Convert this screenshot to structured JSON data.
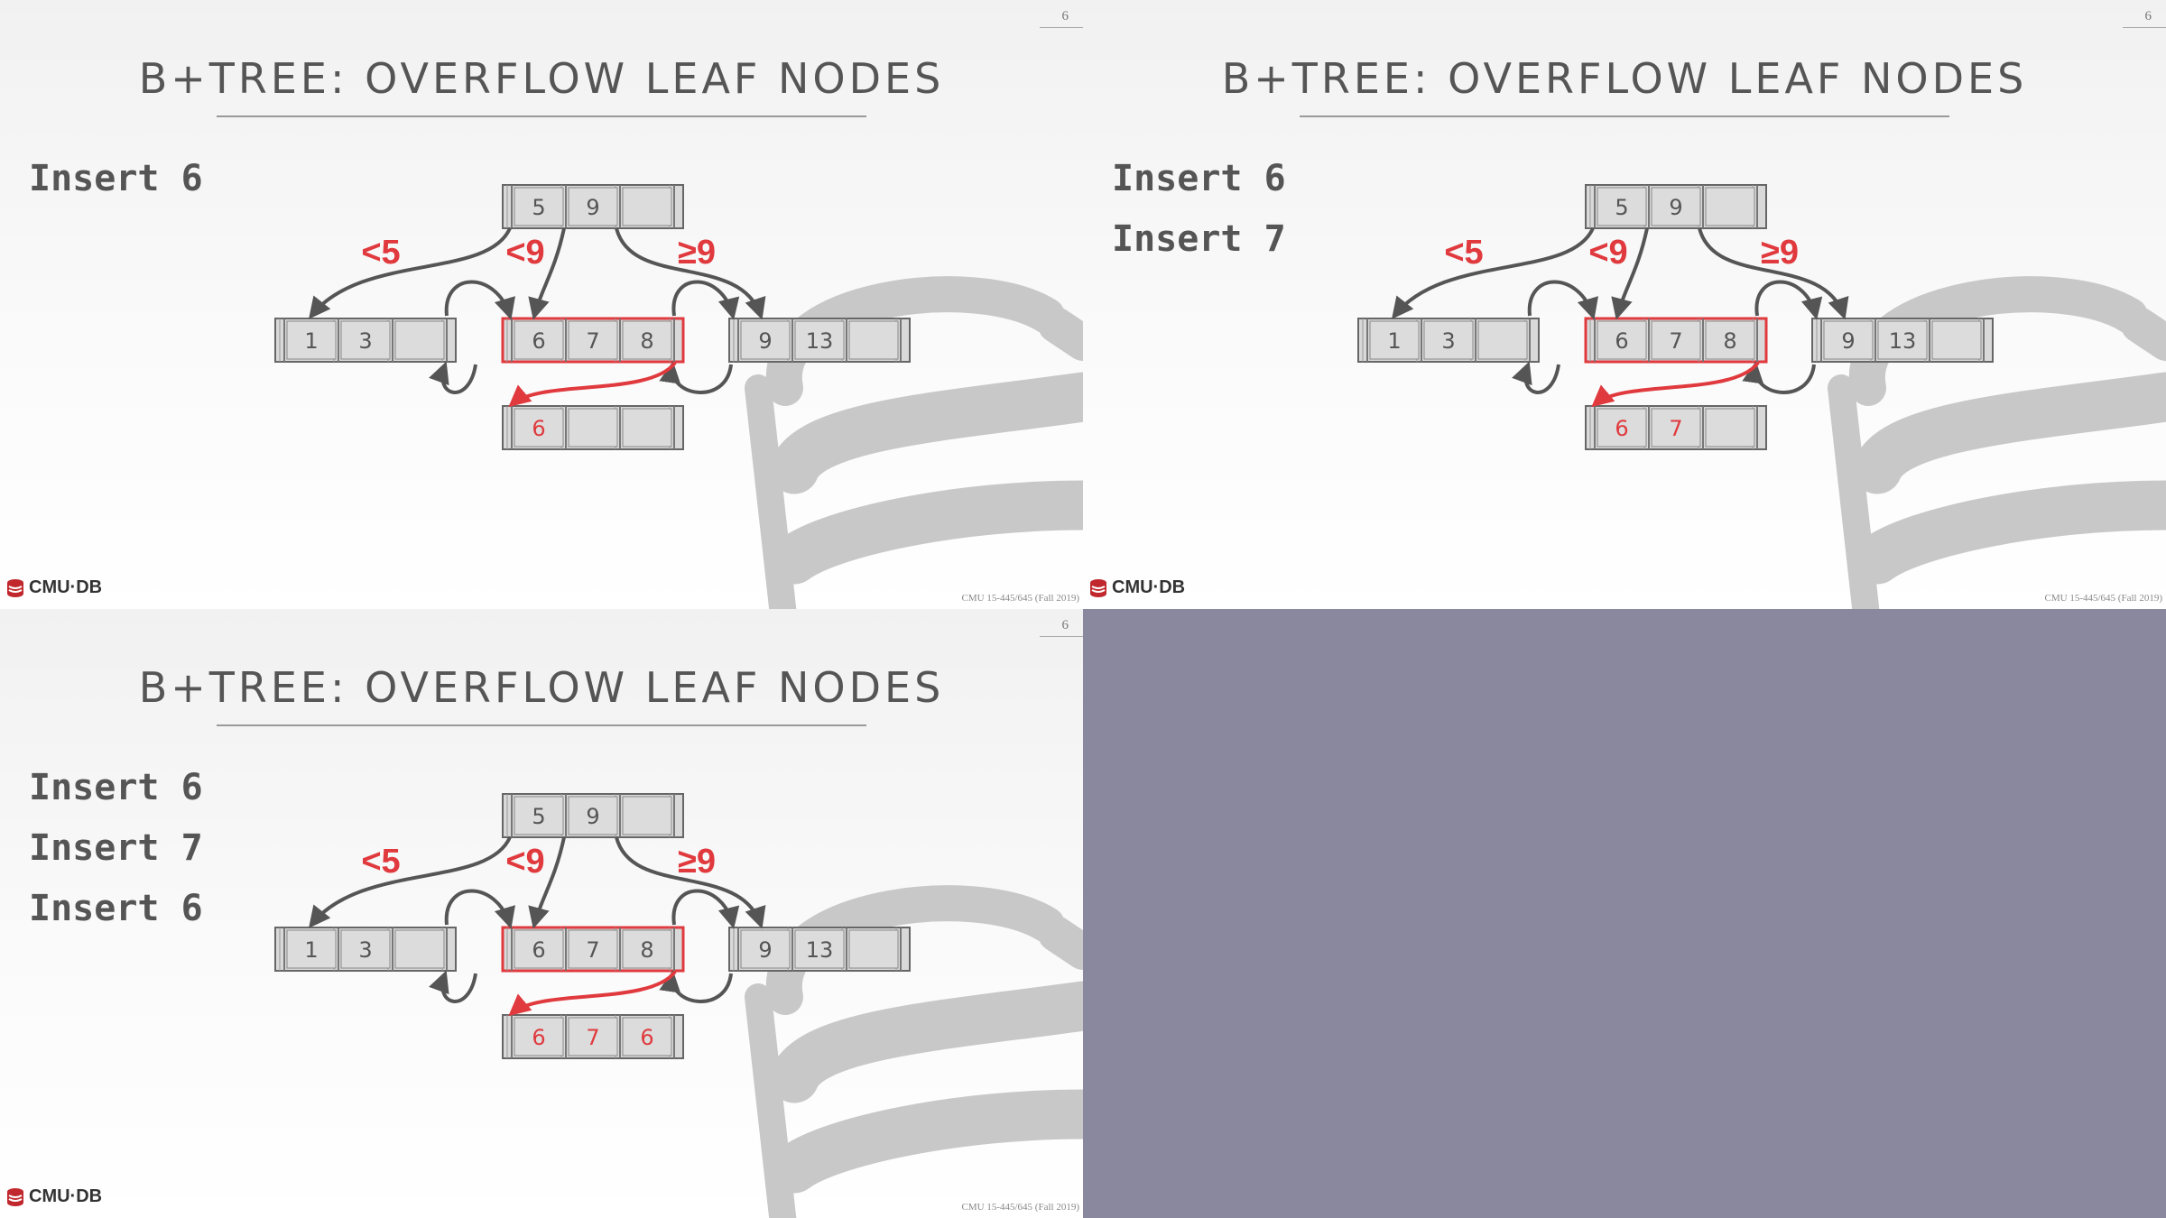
{
  "slides": [
    {
      "page_number": "6",
      "title": "B+TREE: OVERFLOW LEAF NODES",
      "operations": [
        "Insert 6"
      ],
      "overflow_values": [
        "6",
        "",
        ""
      ],
      "footer_logo": "CMU·DB",
      "footer_course": "CMU 15-445/645 (Fall 2019)"
    },
    {
      "page_number": "6",
      "title": "B+TREE: OVERFLOW LEAF NODES",
      "operations": [
        "Insert 6",
        "Insert 7"
      ],
      "overflow_values": [
        "6",
        "7",
        ""
      ],
      "footer_logo": "CMU·DB",
      "footer_course": "CMU 15-445/645 (Fall 2019)"
    },
    {
      "page_number": "6",
      "title": "B+TREE: OVERFLOW LEAF NODES",
      "operations": [
        "Insert 6",
        "Insert 7",
        "Insert 6"
      ],
      "overflow_values": [
        "6",
        "7",
        "6"
      ],
      "footer_logo": "CMU·DB",
      "footer_course": "CMU 15-445/645 (Fall 2019)"
    }
  ],
  "tree": {
    "root": [
      "5",
      "9",
      ""
    ],
    "leaves": [
      {
        "keys": [
          "1",
          "3",
          ""
        ],
        "highlight": false
      },
      {
        "keys": [
          "6",
          "7",
          "8"
        ],
        "highlight": true
      },
      {
        "keys": [
          "9",
          "13",
          ""
        ],
        "highlight": false
      }
    ],
    "edge_labels": [
      "<5",
      "<9",
      "≥9"
    ]
  },
  "colors": {
    "accent": "#e03a3e",
    "node_fill": "#d9d9d9",
    "node_stroke": "#666666",
    "text": "#555555",
    "empty_quadrant": "#8a889e"
  }
}
